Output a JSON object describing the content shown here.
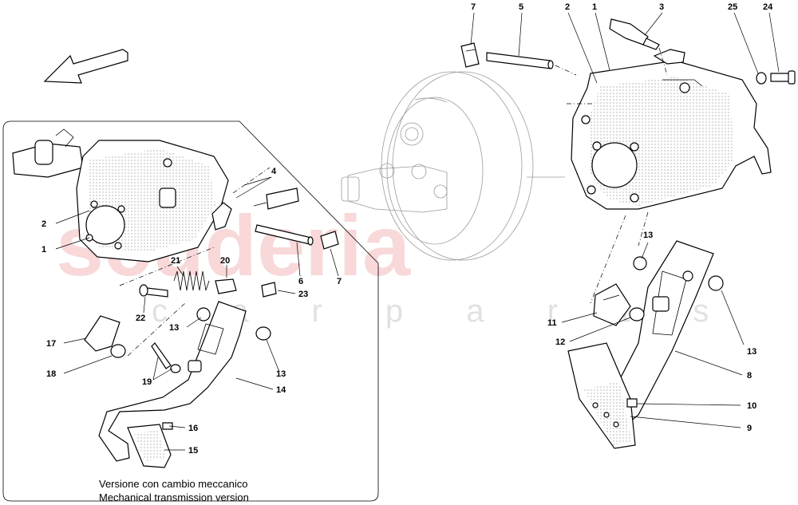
{
  "watermark": {
    "brand": "scuderia",
    "sub": "c a r p a r t s"
  },
  "inset": {
    "caption_line1": "Versione con cambio meccanico",
    "caption_line2": "Mechanical transmission version"
  },
  "callouts": [
    {
      "id": "c1",
      "text": "7"
    },
    {
      "id": "c2",
      "text": "5"
    },
    {
      "id": "c3",
      "text": "2"
    },
    {
      "id": "c4",
      "text": "1"
    },
    {
      "id": "c5",
      "text": "3"
    },
    {
      "id": "c6",
      "text": "25"
    },
    {
      "id": "c7",
      "text": "24"
    },
    {
      "id": "c8",
      "text": "13"
    },
    {
      "id": "c9",
      "text": "11"
    },
    {
      "id": "c10",
      "text": "12"
    },
    {
      "id": "c11",
      "text": "13"
    },
    {
      "id": "c12",
      "text": "8"
    },
    {
      "id": "c13",
      "text": "10"
    },
    {
      "id": "c14",
      "text": "9"
    },
    {
      "id": "c15",
      "text": "4"
    },
    {
      "id": "c16",
      "text": "2"
    },
    {
      "id": "c17",
      "text": "1"
    },
    {
      "id": "c18",
      "text": "21"
    },
    {
      "id": "c19",
      "text": "20"
    },
    {
      "id": "c20",
      "text": "6"
    },
    {
      "id": "c21",
      "text": "7"
    },
    {
      "id": "c22",
      "text": "23"
    },
    {
      "id": "c23",
      "text": "22"
    },
    {
      "id": "c24",
      "text": "13"
    },
    {
      "id": "c25",
      "text": "17"
    },
    {
      "id": "c26",
      "text": "18"
    },
    {
      "id": "c27",
      "text": "19"
    },
    {
      "id": "c28",
      "text": "13"
    },
    {
      "id": "c29",
      "text": "14"
    },
    {
      "id": "c30",
      "text": "16"
    },
    {
      "id": "c31",
      "text": "15"
    }
  ]
}
